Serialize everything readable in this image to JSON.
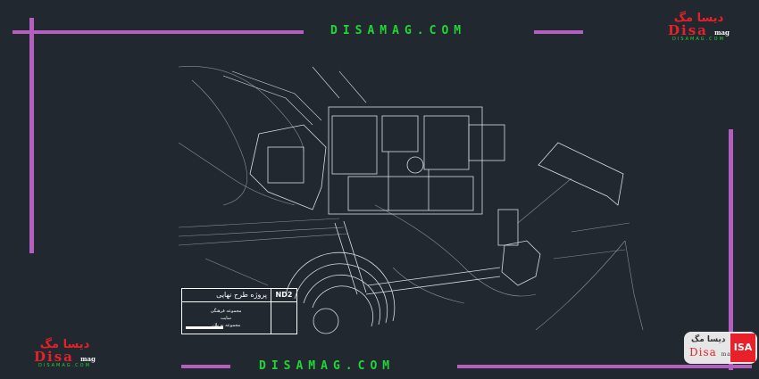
{
  "watermark": {
    "top_url": "DISAMAG.COM",
    "bottom_url": "DISAMAG.COM"
  },
  "logo_top": {
    "fa": "دیسا مگ",
    "en": "Disa",
    "suffix": "mag",
    "url": "DISAMAG.COM"
  },
  "logo_bottom_left": {
    "fa": "دیسا مگ",
    "en": "Disa",
    "suffix": "mag",
    "url": "DISAMAG.COM"
  },
  "logo_corner": {
    "fa": "دیسا مگ",
    "en": "Disa",
    "suffix": "mag",
    "mark": "ISA"
  },
  "title_block": {
    "title": "پروژه طرح نهایی",
    "code": "ND2",
    "note_1": "مجموعه فرهنگی",
    "note_2": "سایت",
    "note_3": "مجموعه به پلان"
  },
  "colors": {
    "background": "#212830",
    "frame": "#b45fc0",
    "watermark": "#22d636",
    "brand": "#e8202a"
  }
}
